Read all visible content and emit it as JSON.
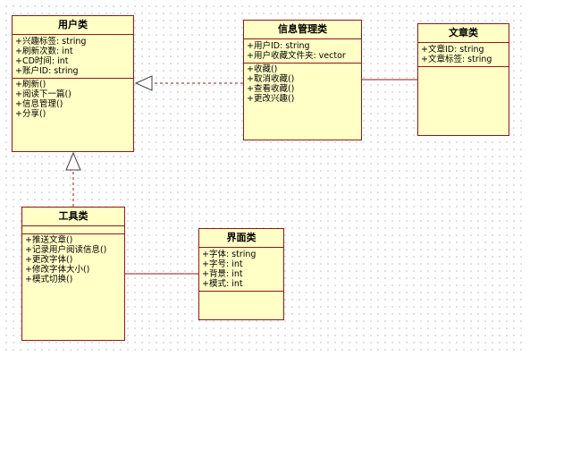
{
  "classes": {
    "user": {
      "name": "用户类",
      "attributes": [
        "+兴趣标签: string",
        "+刷新次数: int",
        "+CD时间: int",
        "+账户ID: string"
      ],
      "operations": [
        "+刷新()",
        "+阅读下一篇()",
        "+信息管理()",
        "+分享()"
      ]
    },
    "info": {
      "name": "信息管理类",
      "attributes": [
        "+用户ID: string",
        "+用户收藏文件夹: vector"
      ],
      "operations": [
        "+收藏()",
        "+取消收藏()",
        "+查看收藏()",
        "+更改兴趣()"
      ]
    },
    "article": {
      "name": "文章类",
      "attributes": [
        "+文章ID: string",
        "+文章标签: string"
      ],
      "operations": []
    },
    "tool": {
      "name": "工具类",
      "attributes": [],
      "operations": [
        "+推送文章()",
        "+记录用户阅读信息()",
        "+更改字体()",
        "+修改字体大小()",
        "+模式切换()"
      ]
    },
    "ui": {
      "name": "界面类",
      "attributes": [
        "+字体: string",
        "+字号: int",
        "+背景: int",
        "+模式: int"
      ],
      "operations": []
    }
  },
  "relations": [
    {
      "from": "info",
      "to": "user",
      "kind": "realization"
    },
    {
      "from": "tool",
      "to": "user",
      "kind": "realization"
    },
    {
      "from": "info",
      "to": "article",
      "kind": "association"
    },
    {
      "from": "tool",
      "to": "ui",
      "kind": "association"
    }
  ],
  "colors": {
    "fill": "#ffffc6",
    "border": "#8b1a1a",
    "grid": "#c4c4c4"
  }
}
